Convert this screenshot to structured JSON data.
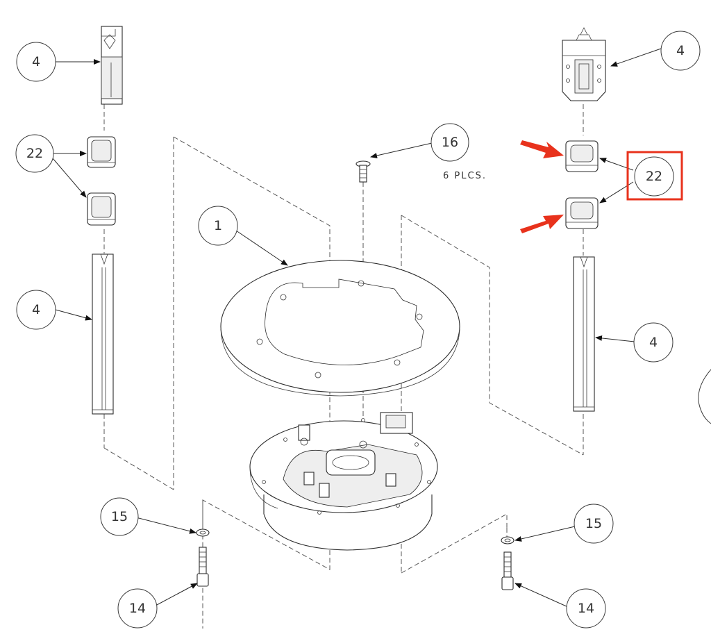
{
  "callouts": {
    "c4_top_left": "4",
    "c22_left": "22",
    "c4_mid_left": "4",
    "c1": "1",
    "c16": "16",
    "c4_top_right": "4",
    "c22_right": "22",
    "c4_mid_right": "4",
    "c15_left": "15",
    "c14_left": "14",
    "c15_right": "15",
    "c14_right": "14"
  },
  "note": "6 PLCS.",
  "colors": {
    "highlight_box": "#e8321c",
    "highlight_arrow": "#e8321c",
    "linework": "#2b2b2b"
  }
}
